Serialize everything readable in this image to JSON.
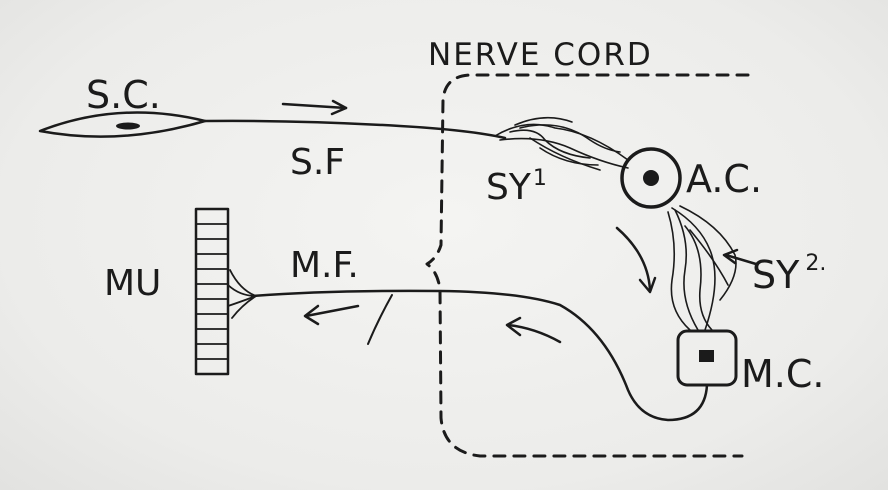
{
  "labels": {
    "nerve_cord": "NERVE CORD",
    "sensory_cell": "S.C.",
    "sensory_fiber": "S.F",
    "synapse_1": "SY",
    "synapse_1_sup": "1",
    "association_cell": "A.C.",
    "synapse_2": "SY",
    "synapse_2_sup": "2.",
    "motor_cell": "M.C.",
    "motor_fiber": "M.F.",
    "muscle": "MU"
  },
  "colors": {
    "ink": "#1b1b1b",
    "paper": "#eeeeec"
  }
}
